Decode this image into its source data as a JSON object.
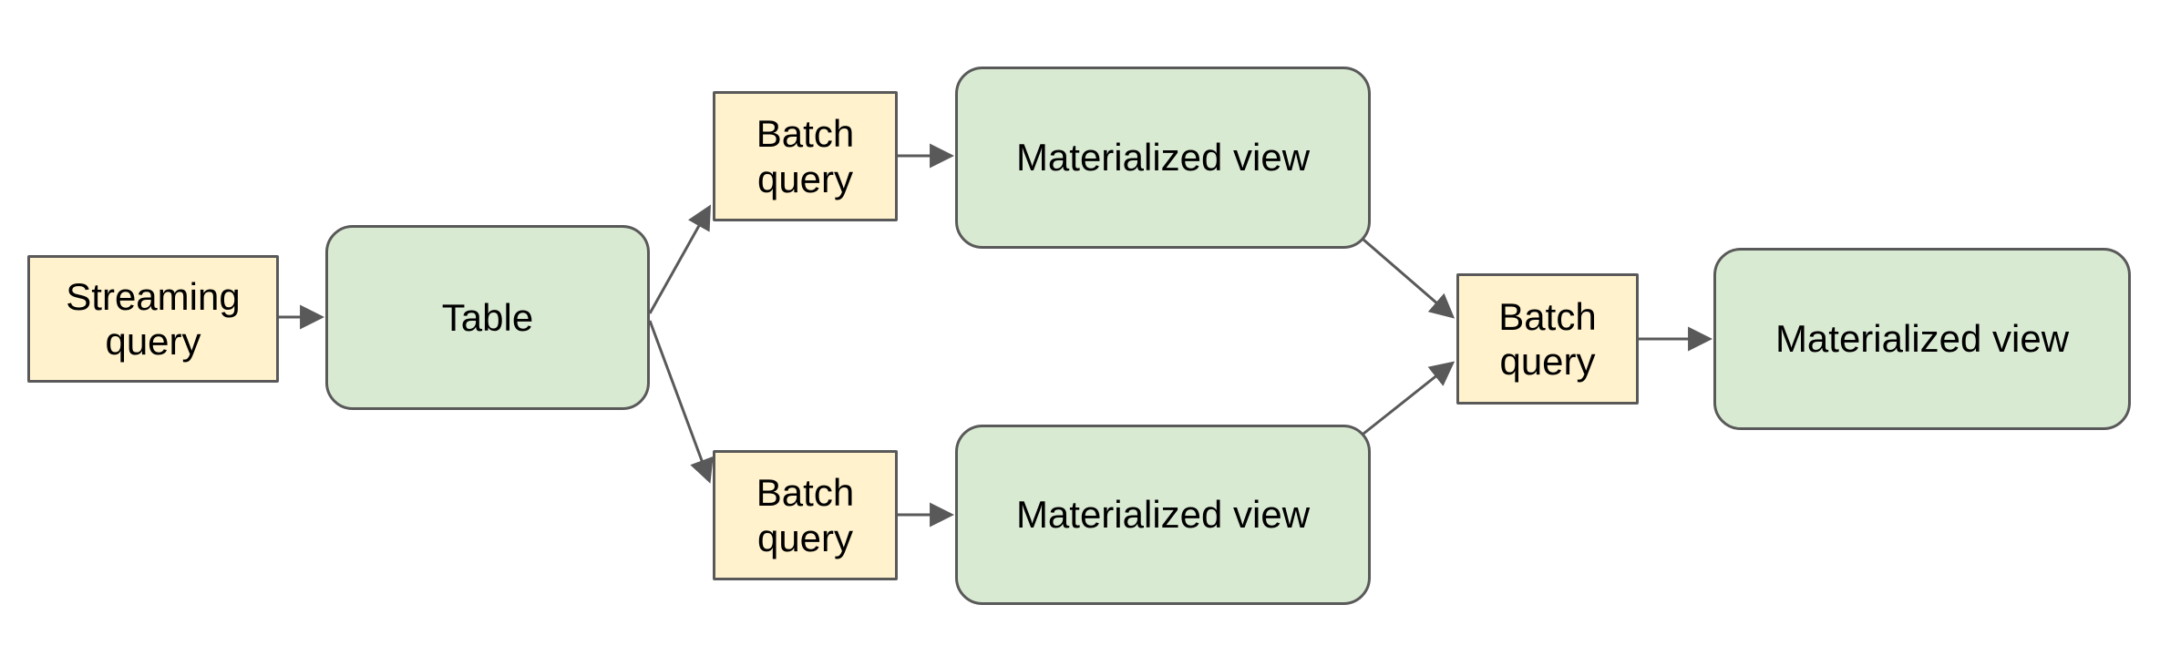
{
  "diagram": {
    "nodes": [
      {
        "id": "streaming-query",
        "label": "Streaming query",
        "shape": "rectangle",
        "fill": "#FFF2CC"
      },
      {
        "id": "table",
        "label": "Table",
        "shape": "rounded",
        "fill": "#D9EAD3"
      },
      {
        "id": "batch-query-top",
        "label": "Batch query",
        "shape": "rectangle",
        "fill": "#FFF2CC"
      },
      {
        "id": "materialized-view-top",
        "label": "Materialized view",
        "shape": "rounded",
        "fill": "#D9EAD3"
      },
      {
        "id": "batch-query-bottom",
        "label": "Batch query",
        "shape": "rectangle",
        "fill": "#FFF2CC"
      },
      {
        "id": "materialized-view-bottom",
        "label": "Materialized view",
        "shape": "rounded",
        "fill": "#D9EAD3"
      },
      {
        "id": "batch-query-center",
        "label": "Batch query",
        "shape": "rectangle",
        "fill": "#FFF2CC"
      },
      {
        "id": "materialized-view-right",
        "label": "Materialized view",
        "shape": "rounded",
        "fill": "#D9EAD3"
      }
    ],
    "edges": [
      {
        "from": "streaming-query",
        "to": "table"
      },
      {
        "from": "table",
        "to": "batch-query-top"
      },
      {
        "from": "table",
        "to": "batch-query-bottom"
      },
      {
        "from": "batch-query-top",
        "to": "materialized-view-top"
      },
      {
        "from": "batch-query-bottom",
        "to": "materialized-view-bottom"
      },
      {
        "from": "materialized-view-top",
        "to": "batch-query-center"
      },
      {
        "from": "materialized-view-bottom",
        "to": "batch-query-center"
      },
      {
        "from": "batch-query-center",
        "to": "materialized-view-right"
      }
    ],
    "colors": {
      "node_yellow": "#FFF2CC",
      "node_green": "#D9EAD3",
      "border": "#595959",
      "arrow": "#595959",
      "text": "#000000",
      "background": "#FFFFFF"
    }
  }
}
